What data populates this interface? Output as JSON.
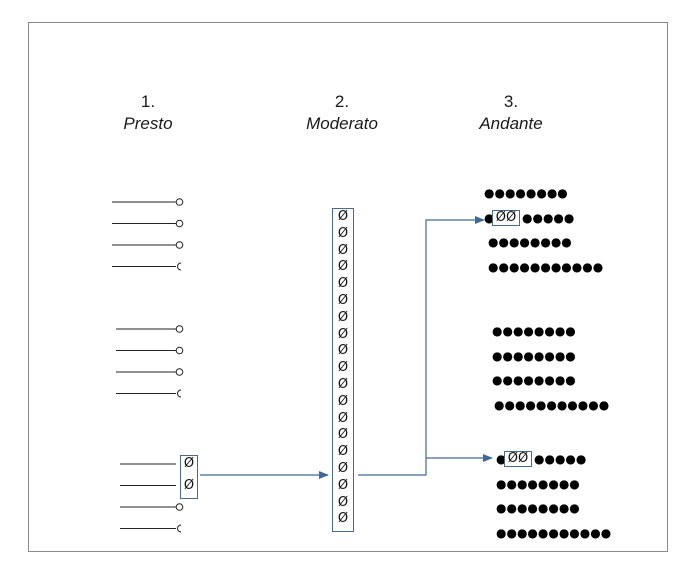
{
  "columns": [
    {
      "number": "1.",
      "tempo": "Presto"
    },
    {
      "number": "2.",
      "tempo": "Moderato"
    },
    {
      "number": "3.",
      "tempo": "Andante"
    }
  ],
  "slot_glyph": "Ø",
  "dot_glyph": "●",
  "presto_groups": [
    {
      "lines": 4,
      "marked_slots": 0
    },
    {
      "lines": 4,
      "marked_slots": 0
    },
    {
      "lines": 4,
      "marked_slots": 2
    }
  ],
  "moderato_slot_count": 19,
  "andante_groups": [
    {
      "rows": [
        8,
        8,
        8,
        11
      ],
      "marked_row": 1,
      "marked_slots": 2
    },
    {
      "rows": [
        8,
        8,
        8,
        11
      ],
      "marked_row": null,
      "marked_slots": 0
    },
    {
      "rows": [
        8,
        8,
        8,
        11
      ],
      "marked_row": 0,
      "marked_slots": 2
    }
  ],
  "colors": {
    "frame": "#8a8a8a",
    "arrow": "#3d6a9a",
    "line": "#222222",
    "box": "#4a6a8a"
  }
}
